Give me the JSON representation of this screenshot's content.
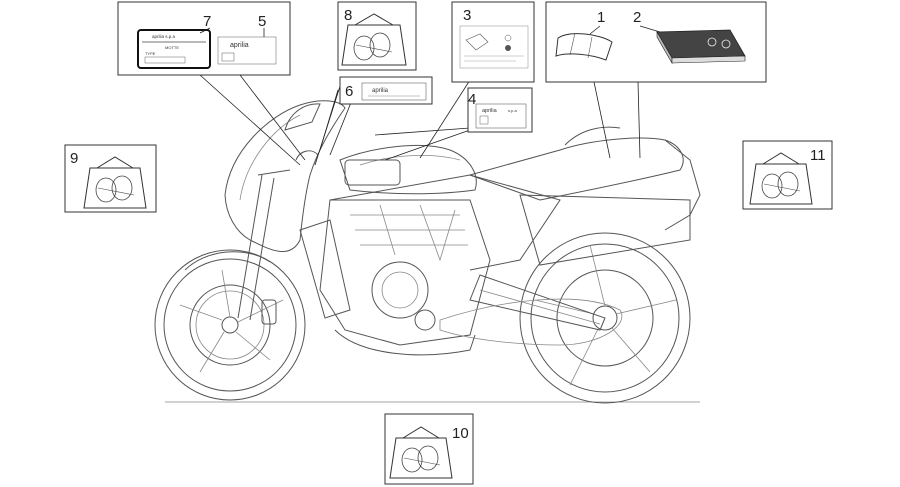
{
  "callouts": [
    "1",
    "2",
    "3",
    "4",
    "5",
    "6",
    "7",
    "8",
    "9",
    "10",
    "11"
  ],
  "labels": {
    "brand": "aprilia",
    "spa": "s.p.a",
    "plate_line1": "aprilia s.p.a",
    "plate_line2": "TYPE",
    "plate_line3": "MOTTE"
  },
  "colors": {
    "line": "#222222",
    "bike": "#555555",
    "background": "#ffffff"
  }
}
